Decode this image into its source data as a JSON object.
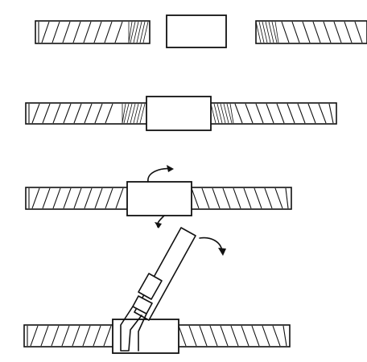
{
  "figure": {
    "steps": [
      {
        "id": "step-1"
      },
      {
        "id": "step-2"
      },
      {
        "id": "step-3"
      },
      {
        "id": "step-4"
      }
    ],
    "icons": {
      "rotation_arrow": "curved-rotation-arrow-icon",
      "wrench": "torque-wrench-icon",
      "turn_arrow": "turn-direction-arrow-icon"
    }
  }
}
